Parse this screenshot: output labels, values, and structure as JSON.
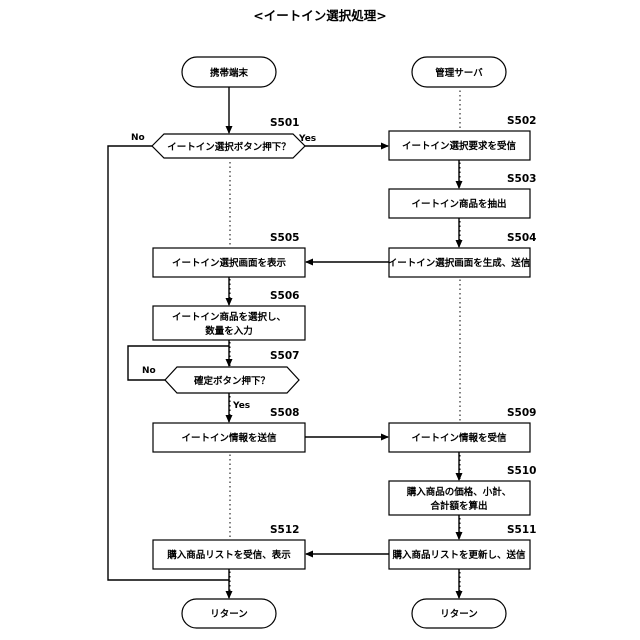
{
  "title": "<イートイン選択処理>",
  "lanes": {
    "left": "携帯端末",
    "right": "管理サーバ"
  },
  "steps": {
    "s501": {
      "id": "S501",
      "text": "イートイン選択ボタン押下？"
    },
    "s502": {
      "id": "S502",
      "text": "イートイン選択要求を受信"
    },
    "s503": {
      "id": "S503",
      "text": "イートイン商品を抽出"
    },
    "s504": {
      "id": "S504",
      "text": "イートイン選択画面を生成、送信"
    },
    "s505": {
      "id": "S505",
      "text": "イートイン選択画面を表示"
    },
    "s506": {
      "id": "S506",
      "line1": "イートイン商品を選択し、",
      "line2": "数量を入力"
    },
    "s507": {
      "id": "S507",
      "text": "確定ボタン押下？"
    },
    "s508": {
      "id": "S508",
      "text": "イートイン情報を送信"
    },
    "s509": {
      "id": "S509",
      "text": "イートイン情報を受信"
    },
    "s510": {
      "id": "S510",
      "line1": "購入商品の価格、小計、",
      "line2": "合計額を算出"
    },
    "s511": {
      "id": "S511",
      "text": "購入商品リストを更新し、送信"
    },
    "s512": {
      "id": "S512",
      "text": "購入商品リストを受信、表示"
    }
  },
  "branches": {
    "yes": "Yes",
    "no": "No"
  },
  "terminals": {
    "left_end": "リターン",
    "right_end": "リターン"
  }
}
